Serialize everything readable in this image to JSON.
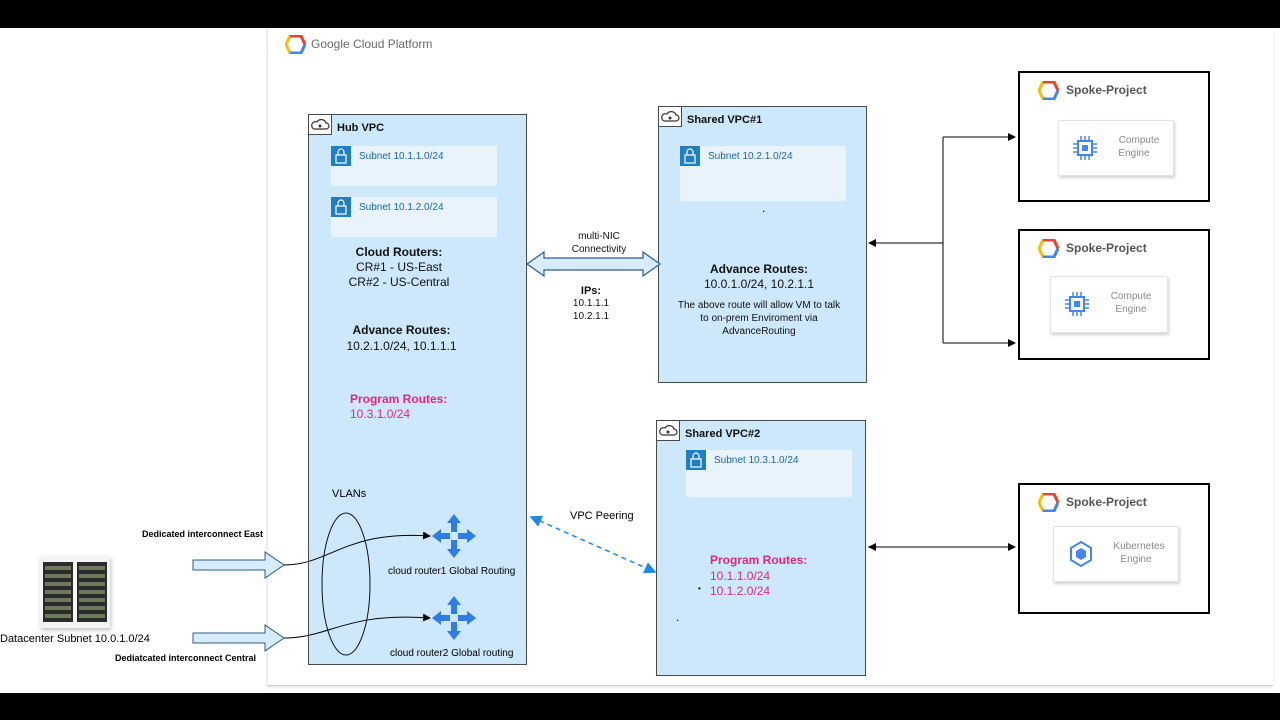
{
  "platform": {
    "title": "Google Cloud Platform"
  },
  "hub_vpc": {
    "title": "Hub VPC",
    "subnets": [
      "Subnet  10.1.1.0/24",
      "Subnet  10.1.2.0/24"
    ],
    "cloud_routers_heading": "Cloud Routers:",
    "cloud_routers": [
      "CR#1 - US-East",
      "CR#2 - US-Central"
    ],
    "advance_routes_heading": "Advance Routes:",
    "advance_routes": "10.2.1.0/24, 10.1.1.1",
    "program_routes_heading": "Program Routes:",
    "program_routes": "10.3.1.0/24",
    "vlans_label": "VLANs",
    "router1_label": "cloud router1 Global Routing",
    "router2_label": "cloud router2 Global routing"
  },
  "shared_vpc1": {
    "title": "Shared VPC#1",
    "subnet": "Subnet  10.2.1.0/24",
    "dot": ".",
    "advance_routes_heading": "Advance Routes:",
    "advance_routes": "10.0.1.0/24, 10.2.1.1",
    "note": [
      "The above route will allow VM  to talk",
      "to on-prem Enviroment via",
      "AdvanceRouting"
    ]
  },
  "shared_vpc2": {
    "title": "Shared VPC#2",
    "subnet": "Subnet  10.3.1.0/24",
    "program_routes_heading": "Program Routes:",
    "program_routes": [
      "10.1.1.0/24",
      "10.1.2.0/24"
    ],
    "bullet": "•",
    "dot": "."
  },
  "connections": {
    "multi_nic": [
      "multi-NIC",
      "Connectivity"
    ],
    "ips_heading": "IPs:",
    "ips": [
      "10.1.1.1",
      "10.2.1.1"
    ],
    "vpc_peering": "VPC Peering",
    "interconnect_east": "Dedicated interconnect East",
    "interconnect_central": "Dediatcated interconnect Central"
  },
  "datacenter": {
    "label": "Datacenter Subnet  10.0.1.0/24"
  },
  "spokes": [
    {
      "title": "Spoke-Project",
      "service": [
        "Compute",
        "Engine"
      ]
    },
    {
      "title": "Spoke-Project",
      "service": [
        "Compute",
        "Engine"
      ]
    },
    {
      "title": "Spoke-Project",
      "service": [
        "Kubernetes",
        "Engine"
      ]
    }
  ],
  "colors": {
    "vpc_fill": "#cde7fb",
    "subnet_text": "#1a67a8",
    "program_routes": "#e0287a",
    "peering_line": "#1e88e5",
    "router_icon": "#2d7de4"
  }
}
